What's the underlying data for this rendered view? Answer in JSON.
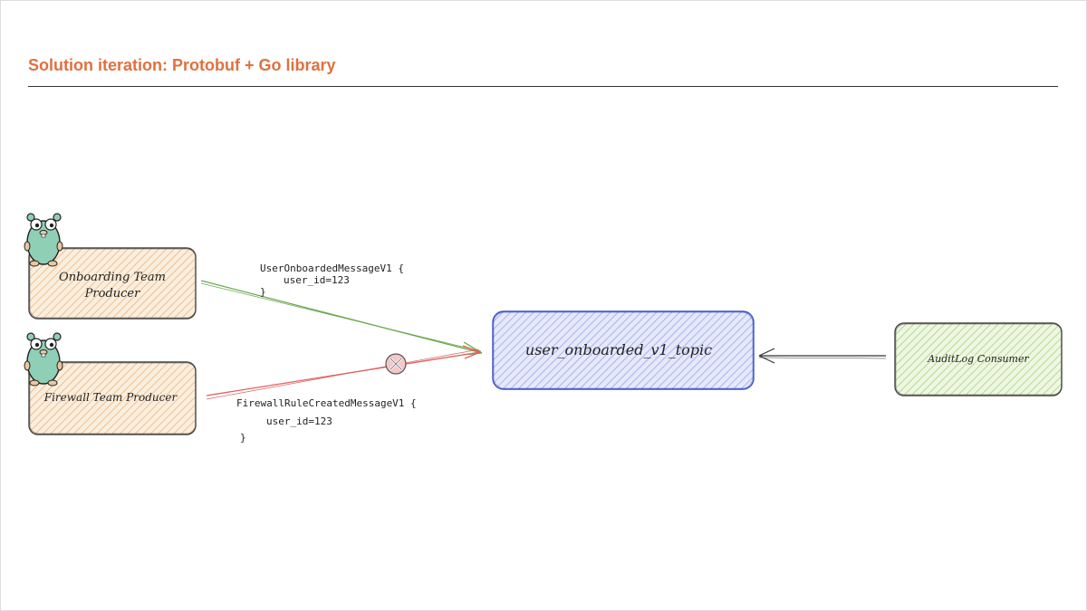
{
  "slide": {
    "title": "Solution iteration: Protobuf + Go library"
  },
  "nodes": {
    "onboarding_producer": {
      "label_line1": "Onboarding Team",
      "label_line2": "Producer",
      "fill": "#f5d3ab"
    },
    "firewall_producer": {
      "label": "Firewall Team Producer",
      "fill": "#f5d3ab"
    },
    "topic": {
      "label": "user_onboarded_v1_topic",
      "fill": "#c5cbf3"
    },
    "consumer": {
      "label": "AuditLog Consumer",
      "fill": "#d5ecb6"
    }
  },
  "messages": {
    "onboarded": {
      "line1": "UserOnboardedMessageV1 {",
      "line2": "user_id=123",
      "line3": "}"
    },
    "firewall": {
      "line1": "FirewallRuleCreatedMessageV1 {",
      "line2": "user_id=123",
      "line3": "}"
    }
  },
  "colors": {
    "accent": "#e07040",
    "ok_arrow": "#6aa84f",
    "rejected_arrow": "#e06060",
    "producer_stroke": "#444444"
  },
  "icons": [
    "gopher-mascot-icon",
    "rejected-x-icon"
  ]
}
